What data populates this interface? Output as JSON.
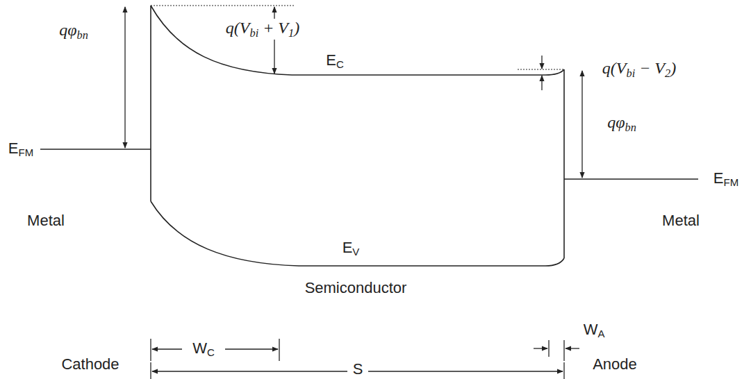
{
  "diagram": {
    "labels": [
      "qφbn",
      "q(Vbi + V1)",
      "q(Vbi − V2)",
      "qφbn",
      "EC",
      "EFM",
      "EFM",
      "Metal",
      "Metal",
      "EV",
      "Semiconductor",
      "WC",
      "WA",
      "Cathode",
      "Anode",
      "S"
    ]
  }
}
